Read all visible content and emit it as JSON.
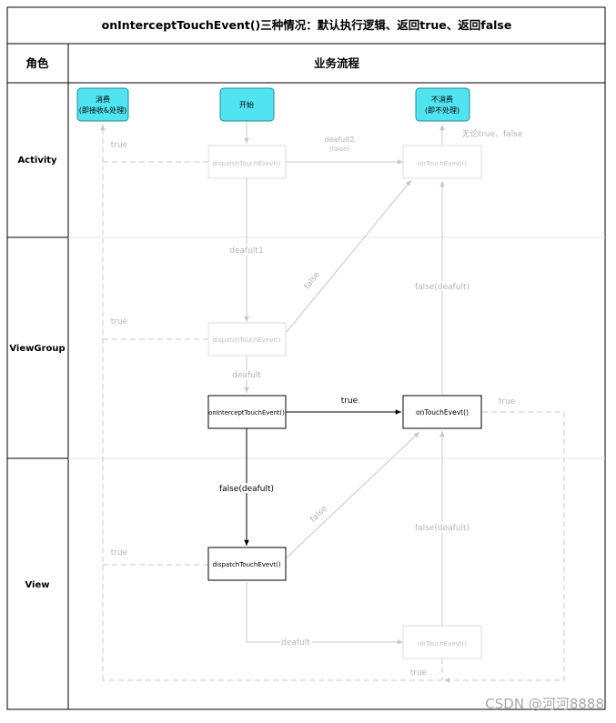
{
  "title": "onInterceptTouchEvent()三种情况：默认执行逻辑、返回true、返回false",
  "headers": {
    "role": "角色",
    "flow": "业务流程"
  },
  "lanes": [
    "Activity",
    "ViewGroup",
    "View"
  ],
  "nodes": {
    "consume": [
      "消费",
      "(即接收&处理)"
    ],
    "start": "开始",
    "not_consume": [
      "不消费",
      "(即不处理)"
    ],
    "act_dispatch": "dispatchTouchEvevt()",
    "act_ontouch": "onTouchEvevt()",
    "vg_dispatch": "dispatchTouchEvevt()",
    "vg_intercept": "onInterceptTouchEvent()",
    "vg_ontouch": "onTouchEvevt()",
    "view_dispatch": "dispatchTouchEvevt()",
    "view_ontouch": "onTouchEvevt()"
  },
  "edge_labels": {
    "act_true": "true",
    "deafult2": "deafult2",
    "deafult2_sub": "(false)",
    "either": "无论true、false",
    "deafult1": "deafult1",
    "vg_false_diag": "false",
    "vg_false_default": "false(deafult)",
    "vg_true_left": "true",
    "deafult": "deafult",
    "intercept_true": "true",
    "vg_ontouch_true": "true",
    "false_default_down": "false(deafult)",
    "view_false_diag": "false",
    "view_false_default": "false(deafult)",
    "view_true_left": "true",
    "view_deafult": "deafult",
    "bottom_true": "true"
  },
  "watermark": "CSDN @河河8888",
  "colors": {
    "accent_fill": "#50E3F0",
    "active_stroke": "#000000",
    "faded": "#c8c8c8",
    "faded_text": "#b4b4b4"
  }
}
